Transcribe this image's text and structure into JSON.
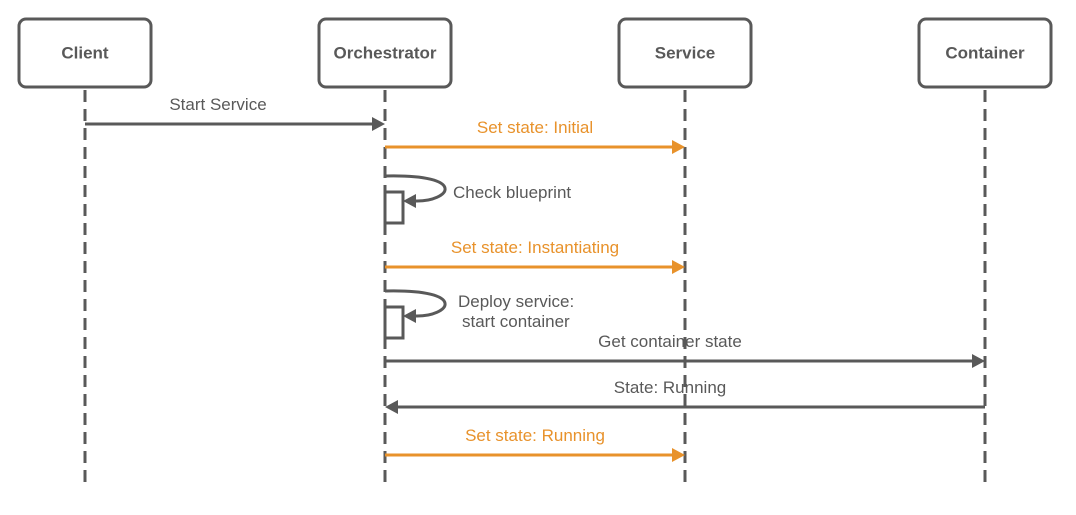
{
  "colors": {
    "neutral": "#595959",
    "state": "#E8922B",
    "background": "#ffffff"
  },
  "participants": [
    {
      "id": "client",
      "label": "Client"
    },
    {
      "id": "orchestrator",
      "label": "Orchestrator"
    },
    {
      "id": "service",
      "label": "Service"
    },
    {
      "id": "container",
      "label": "Container"
    }
  ],
  "messages": [
    {
      "id": "start-service",
      "from": "client",
      "to": "orchestrator",
      "label": "Start Service",
      "kind": "neutral"
    },
    {
      "id": "set-state-initial",
      "from": "orchestrator",
      "to": "service",
      "label": "Set state: Initial",
      "kind": "state"
    },
    {
      "id": "check-blueprint",
      "from": "orchestrator",
      "to": "orchestrator",
      "label": "Check blueprint",
      "kind": "self"
    },
    {
      "id": "set-state-instantiating",
      "from": "orchestrator",
      "to": "service",
      "label": "Set state: Instantiating",
      "kind": "state"
    },
    {
      "id": "deploy-service",
      "from": "orchestrator",
      "to": "orchestrator",
      "label": "Deploy service:\nstart container",
      "label_lines": [
        "Deploy service:",
        "start container"
      ],
      "kind": "self"
    },
    {
      "id": "get-container-state",
      "from": "orchestrator",
      "to": "container",
      "label": "Get container state",
      "kind": "neutral"
    },
    {
      "id": "state-running-reply",
      "from": "container",
      "to": "orchestrator",
      "label": "State: Running",
      "kind": "neutral"
    },
    {
      "id": "set-state-running",
      "from": "orchestrator",
      "to": "service",
      "label": "Set state: Running",
      "kind": "state"
    }
  ]
}
